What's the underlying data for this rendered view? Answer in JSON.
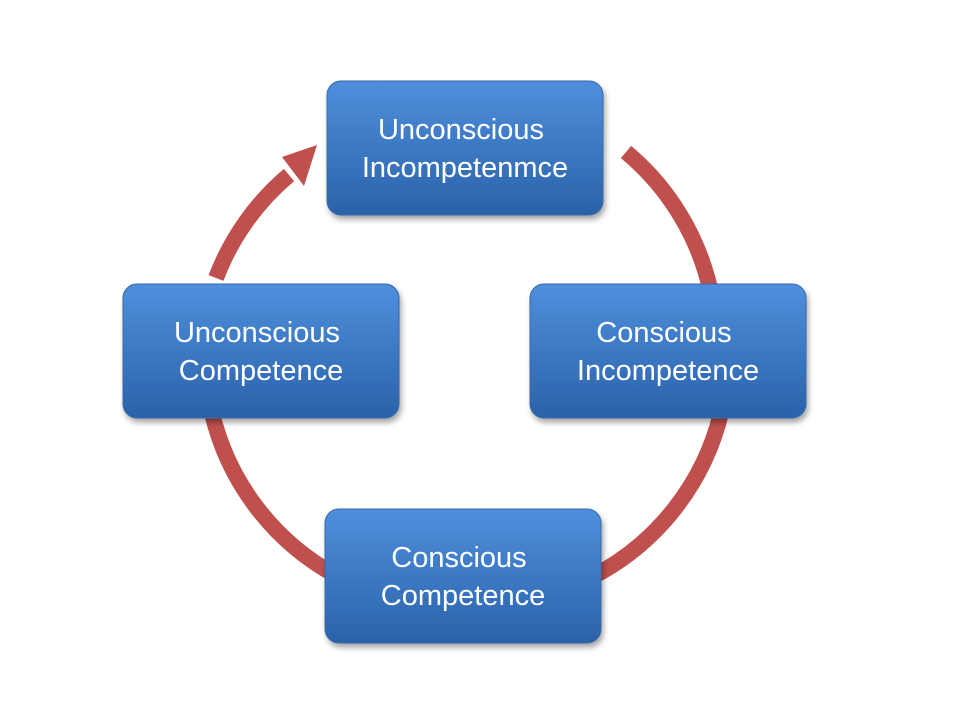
{
  "colors": {
    "background": "#ffffff",
    "arrow": "#c0504d",
    "box_top": "#4f8fdc",
    "box_bottom": "#2a62aa",
    "box_border": "#3a6aa8",
    "text": "#ffffff"
  },
  "diagram": {
    "type": "cycle",
    "arrow_icon": "cycle-arrow",
    "stages": [
      {
        "line1": "Unconscious",
        "line2": "Incompetenmce"
      },
      {
        "line1": "Conscious",
        "line2": "Incompetence"
      },
      {
        "line1": "Conscious",
        "line2": "Competence"
      },
      {
        "line1": "Unconscious",
        "line2": "Competence"
      }
    ]
  }
}
